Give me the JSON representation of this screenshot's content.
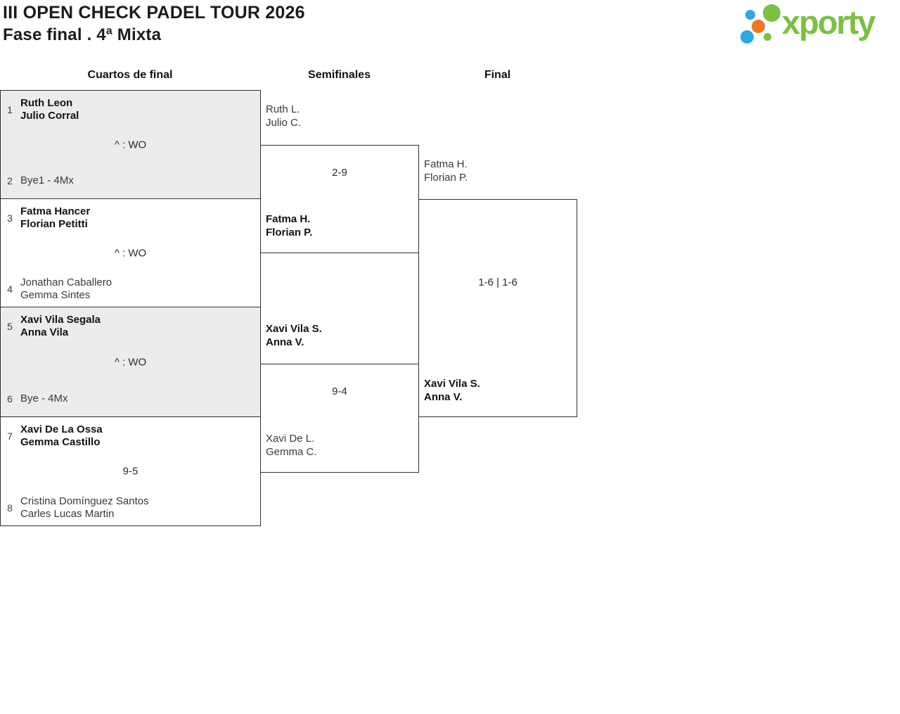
{
  "header": {
    "title": "III OPEN CHECK PADEL TOUR 2026",
    "subtitle": "Fase final . 4ª Mixta"
  },
  "logo": {
    "wordmark": "xporty",
    "colors": {
      "green": "#7AC143",
      "blue": "#2BA9E1",
      "orange": "#EE7623"
    }
  },
  "columns": {
    "quarterfinals_label": "Cuartos de final",
    "semifinals_label": "Semifinales",
    "final_label": "Final"
  },
  "bracket": {
    "quarterfinals": [
      {
        "seed_top": "1",
        "top": [
          "Ruth Leon",
          "Julio Corral"
        ],
        "score": "^ : WO",
        "seed_bottom": "2",
        "bottom": [
          "Bye1 - 4Mx"
        ]
      },
      {
        "seed_top": "3",
        "top": [
          "Fatma Hancer",
          "Florian Petitti"
        ],
        "score": "^ : WO",
        "seed_bottom": "4",
        "bottom": [
          "Jonathan Caballero",
          "Gemma Sintes"
        ]
      },
      {
        "seed_top": "5",
        "top": [
          "Xavi Vila Segala",
          "Anna Vila"
        ],
        "score": "^ : WO",
        "seed_bottom": "6",
        "bottom": [
          "Bye - 4Mx"
        ]
      },
      {
        "seed_top": "7",
        "top": [
          "Xavi De La Ossa",
          "Gemma Castillo"
        ],
        "score": "9-5",
        "seed_bottom": "8",
        "bottom": [
          "Cristina Domínguez Santos",
          "Carles Lucas Martin"
        ]
      }
    ],
    "semifinals": [
      {
        "top": [
          "Ruth L.",
          "Julio C."
        ],
        "score": "2-9",
        "bottom": [
          "Fatma H.",
          "Florian P."
        ]
      },
      {
        "top": [
          "Xavi Vila S.",
          "Anna V."
        ],
        "score": "9-4",
        "bottom": [
          "Xavi De L.",
          "Gemma C."
        ]
      }
    ],
    "final": {
      "top": [
        "Fatma H.",
        "Florian P."
      ],
      "score": "1-6 | 1-6",
      "bottom": [
        "Xavi Vila S.",
        "Anna V."
      ]
    }
  }
}
